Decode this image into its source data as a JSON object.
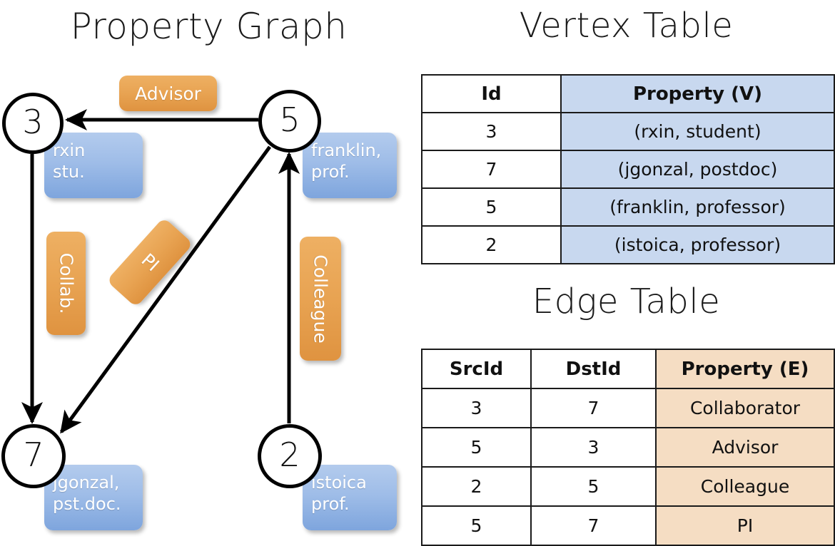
{
  "titles": {
    "property_graph": "Property Graph",
    "vertex_table": "Vertex Table",
    "edge_table": "Edge Table"
  },
  "graph": {
    "vertices": [
      {
        "id": "3",
        "property_label": "rxin\nstu."
      },
      {
        "id": "5",
        "property_label": "franklin,\nprof."
      },
      {
        "id": "7",
        "property_label": "jgonzal,\npst.doc."
      },
      {
        "id": "2",
        "property_label": "istoica\nprof."
      }
    ],
    "vertex_ids": {
      "v3": "3",
      "v5": "5",
      "v7": "7",
      "v2": "2"
    },
    "vertex_props": {
      "v3_line1": "rxin",
      "v3_line2": "stu.",
      "v5_line1": "franklin,",
      "v5_line2": "prof.",
      "v7_line1": "jgonzal,",
      "v7_line2": "pst.doc.",
      "v2_line1": "istoica",
      "v2_line2": "prof."
    },
    "edge_labels": {
      "advisor": "Advisor",
      "collab": "Collab.",
      "pi": "PI",
      "colleague": "Colleague"
    },
    "edges": [
      {
        "from": "3",
        "to": "7",
        "label": "Collab."
      },
      {
        "from": "5",
        "to": "3",
        "label": "Advisor"
      },
      {
        "from": "2",
        "to": "5",
        "label": "Colleague"
      },
      {
        "from": "5",
        "to": "7",
        "label": "PI"
      }
    ]
  },
  "vertex_table": {
    "headers": [
      "Id",
      "Property (V)"
    ],
    "rows": [
      {
        "id": "3",
        "property": "(rxin, student)"
      },
      {
        "id": "7",
        "property": "(jgonzal, postdoc)"
      },
      {
        "id": "5",
        "property": "(franklin, professor)"
      },
      {
        "id": "2",
        "property": "(istoica, professor)"
      }
    ]
  },
  "edge_table": {
    "headers": [
      "SrcId",
      "DstId",
      "Property (E)"
    ],
    "rows": [
      {
        "src": "3",
        "dst": "7",
        "property": "Collaborator"
      },
      {
        "src": "5",
        "dst": "3",
        "property": "Advisor"
      },
      {
        "src": "2",
        "dst": "5",
        "property": "Colleague"
      },
      {
        "src": "5",
        "dst": "7",
        "property": "PI"
      }
    ]
  },
  "colors": {
    "vertex_property_blue": "#9fbde8",
    "edge_property_orange": "#e8a352",
    "vertex_table_cell": "#c8d8ef",
    "edge_table_cell": "#f5ddc3",
    "stroke": "#000000",
    "background": "#ffffff"
  }
}
